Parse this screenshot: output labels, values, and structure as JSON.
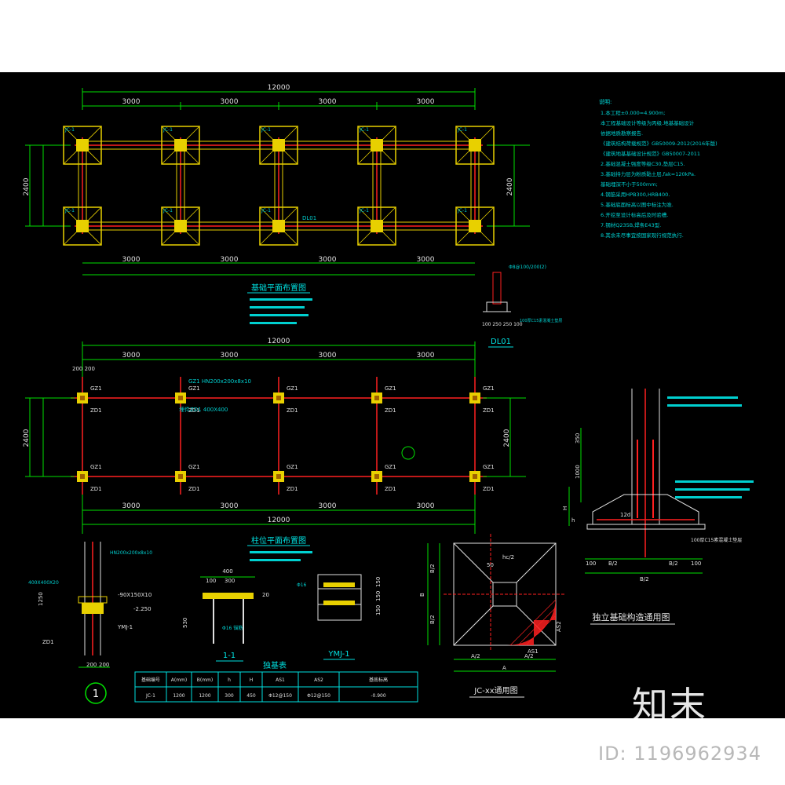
{
  "plan_top": {
    "total": "12000",
    "spans": [
      "3000",
      "3000",
      "3000",
      "3000"
    ],
    "side": "2400",
    "footing_tag": "JC-1",
    "beam_tag": "DL01",
    "title": "基础平面布置图"
  },
  "plan_mid": {
    "total": "12000",
    "spans": [
      "3000",
      "3000",
      "3000",
      "3000"
    ],
    "side": "2400",
    "col_tag": "GZ1",
    "base_tag": "ZD1",
    "gz_note": "GZ1 HN200x200x8x10",
    "zd_note": "埋件ZD1 400X400",
    "title": "柱位平面布置图",
    "pitch": "200 200"
  },
  "detail_dl01": {
    "title": "DL01",
    "label_a": "Φ8@100/200(2)",
    "label_b": "100 250 250 100",
    "label_c": "100厚C15素混凝土垫层"
  },
  "detail_col": {
    "d1": "400X400X20",
    "d2": "HN200x200x8x10",
    "d3": "-90X150X10",
    "d4": "-2.250",
    "d5": "1250",
    "d6": "YMJ-1",
    "d7": "ZD1",
    "dims": [
      "200",
      "200"
    ],
    "circle_no": "1"
  },
  "detail_11": {
    "title": "1-1",
    "top": "400",
    "parts": [
      "100",
      "300"
    ],
    "side": "20",
    "h": "530",
    "note": "Φ16 锚筋"
  },
  "detail_ymj": {
    "title": "YMJ-1",
    "dims": [
      "150",
      "150",
      "150"
    ],
    "note": "Φ16"
  },
  "table": {
    "caption": "独基表",
    "headers": [
      "基础编号",
      "A(mm)",
      "B(mm)",
      "h",
      "H",
      "AS1",
      "AS2",
      "基底标高"
    ],
    "rows": [
      [
        "JC-1",
        "1200",
        "1200",
        "300",
        "450",
        "Φ12@150",
        "Φ12@150",
        "-0.900"
      ]
    ]
  },
  "detail_jc": {
    "title": "JC-xx通用图",
    "labels": [
      "B/2",
      "B/2",
      "A/2",
      "A/2",
      "B",
      "A",
      "50",
      "hc/2",
      "AS1",
      "AS2"
    ]
  },
  "detail_section": {
    "title": "独立基础构造通用图",
    "labels": [
      "B/2",
      "B/2",
      "B/2",
      "100",
      "100",
      "1000",
      "350",
      "H",
      "h",
      "12d",
      "100厚C15素混凝土垫层"
    ]
  },
  "notes": {
    "title": "说明:",
    "lines": [
      "1.本工程±0.000=4.900m;",
      "本工程基础设计等级为丙级.地基基础设计",
      "依据地质勘察报告.",
      "《建筑结构荷载规范》GB50009-2012(2016年版)",
      "《建筑地基基础设计规范》GB50007-2011",
      "2.基础混凝土强度等级C30,垫层C15.",
      "3.基础持力层为粉质黏土层,fak=120kPa.",
      "基础埋深不小于500mm;",
      "4.钢筋采用HPB300,HRB400.",
      "5.基础底面标高以图中标注为准.",
      "6.开挖至设计标高后及时验槽.",
      "7.钢材Q235B,焊条E43型.",
      "8.其余未尽事宜按国家现行规范执行."
    ]
  },
  "brand": "知末",
  "image_id": "ID: 1196962934"
}
